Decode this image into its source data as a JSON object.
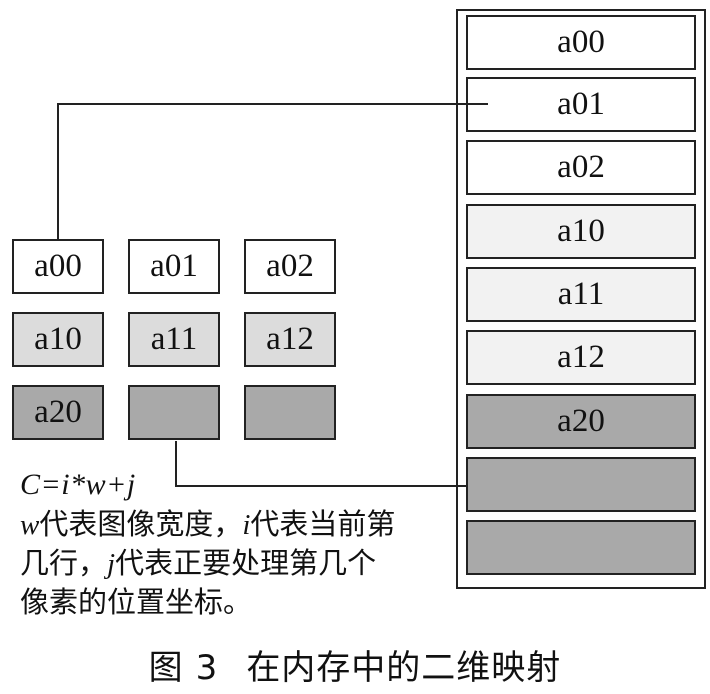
{
  "grid": {
    "row0": [
      "a00",
      "a01",
      "a02"
    ],
    "row1": [
      "a10",
      "a11",
      "a12"
    ],
    "row2": [
      "a20",
      "",
      ""
    ]
  },
  "memory": [
    "a00",
    "a01",
    "a02",
    "a10",
    "a11",
    "a12",
    "a20",
    "",
    ""
  ],
  "formula": "C=i*w+j",
  "description": {
    "w_var": "w",
    "w_text": "代表图像宽度，",
    "i_var": "i",
    "i_text": "代表当前第几行，",
    "j_var": "j",
    "j_text": "代表正要处理第几个像素的位置坐标。"
  },
  "caption": {
    "prefix": "图",
    "number": "3",
    "title": "在内存中的二维映射"
  },
  "colors": {
    "row0": "#ffffff",
    "row1": "#dcdcdc",
    "row1_memory": "#f2f2f2",
    "row2": "#a9a9a9",
    "border": "#222222"
  }
}
